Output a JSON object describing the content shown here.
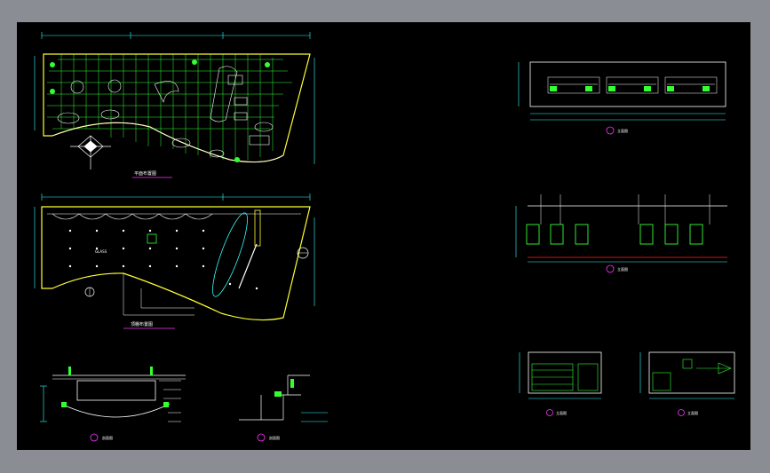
{
  "background": "#000000",
  "frame_color": "#8a8d94",
  "colors": {
    "wall": "#ffff33",
    "grid": "#33ff33",
    "dim": "#33ffff",
    "leader": "#33ff33",
    "label": "#ffffff",
    "accent": "#ff33ff",
    "red": "#ff2222"
  },
  "plan_labels": {
    "floor_caption": "平面布置图",
    "ceiling_caption": "顶棚布置图",
    "ceiling_note": "GLASS",
    "section_a_caption": "剖面图",
    "section_b_caption": "剖面图"
  },
  "elevations": {
    "elev_a": "立面图",
    "elev_b": "立面图",
    "elev_c": "立面图",
    "elev_d": "立面图"
  }
}
